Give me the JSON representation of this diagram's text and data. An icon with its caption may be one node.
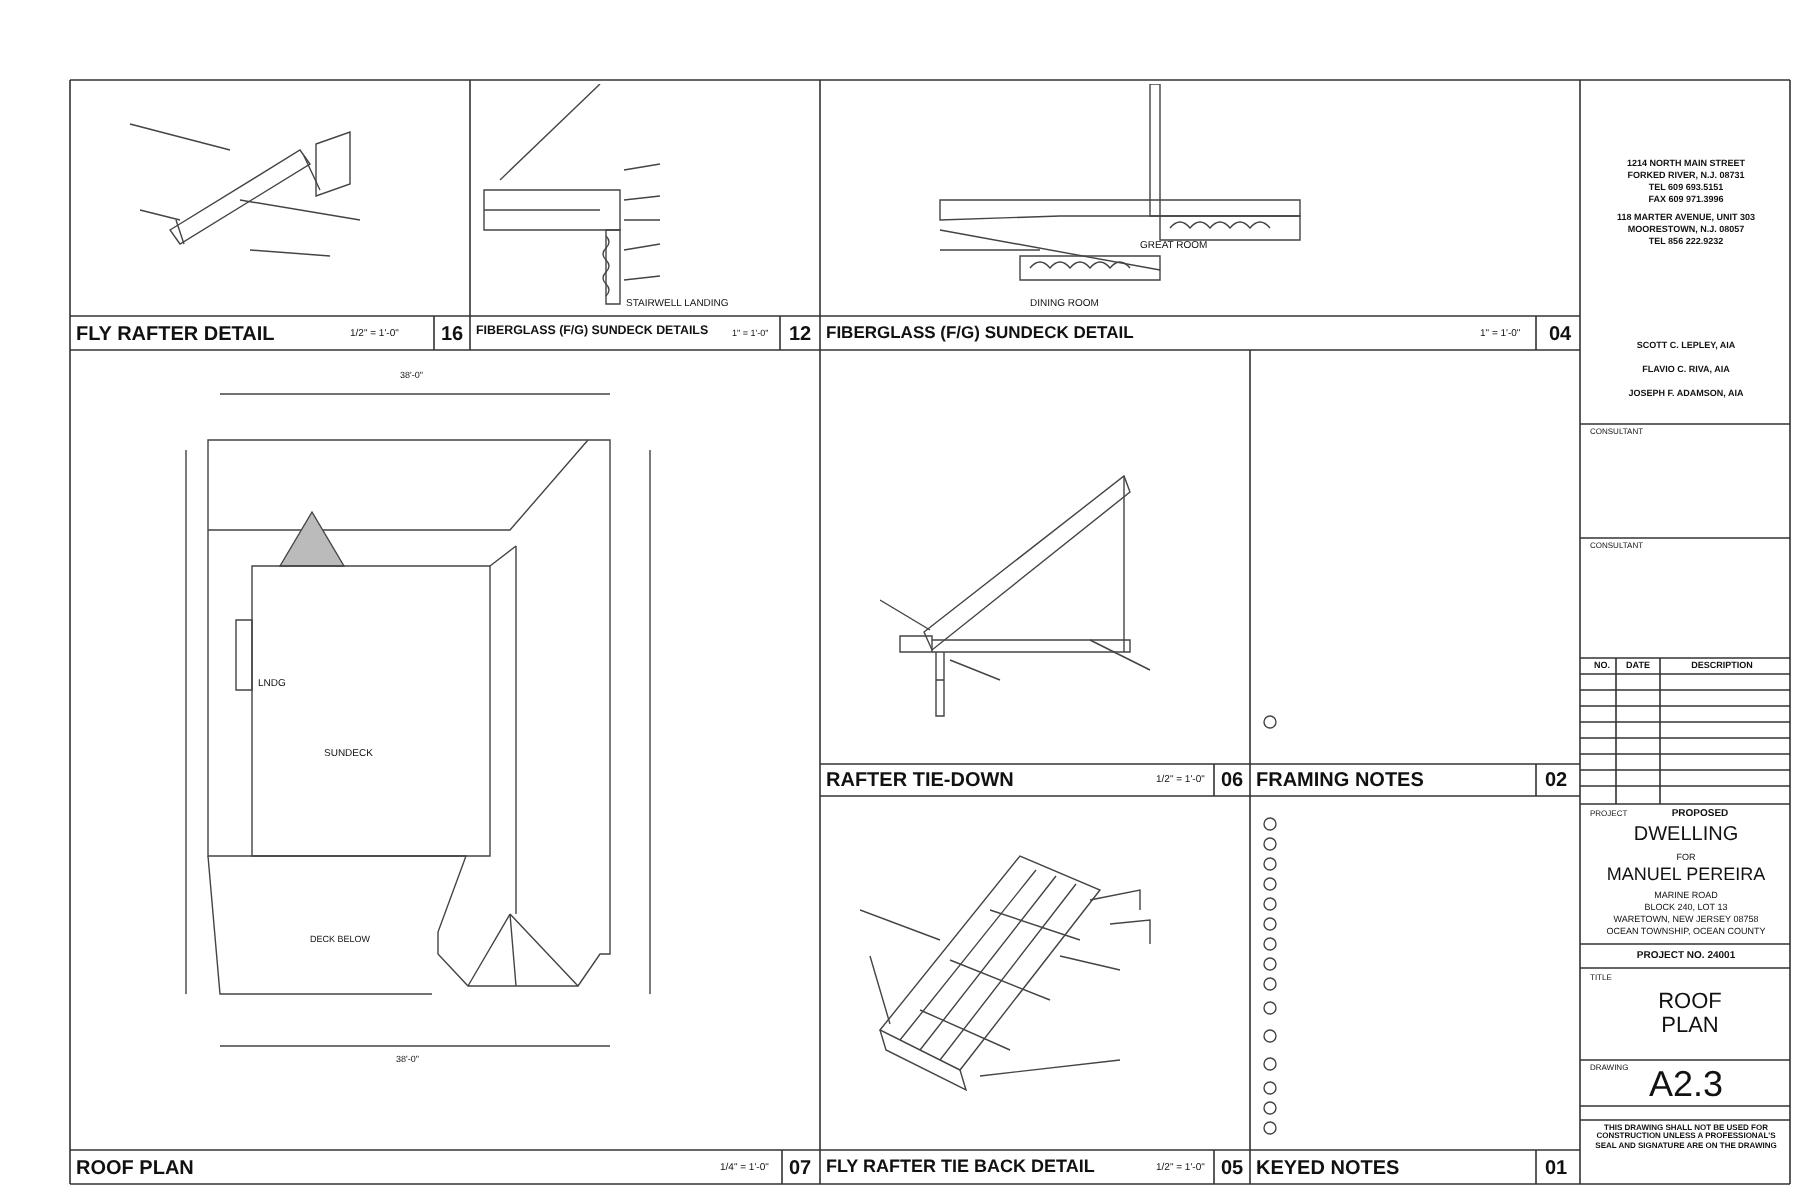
{
  "diagram": {
    "labels": [
      "FLY RAFTER DETAIL",
      "1/2\" = 1'-0\"",
      "16",
      "FIBERGLASS (F/G) SUNDECK DETAILS",
      "1\" = 1'-0\"",
      "12",
      "FIBERGLASS (F/G) SUNDECK DETAIL",
      "1\" = 1'-0\"",
      "04",
      "STAIRWELL LANDING",
      "DINING ROOM",
      "GREAT ROOM",
      "SUNDECK",
      "LNDG",
      "DECK BELOW",
      "38'-0\"",
      "38'-0\"",
      "ROOF PLAN",
      "1/4\" = 1'-0\"",
      "07",
      "RAFTER TIE-DOWN",
      "1/2\" = 1'-0\"",
      "06",
      "FRAMING NOTES",
      "02",
      "FLY RAFTER TIE BACK DETAIL",
      "1/2\" = 1'-0\"",
      "05",
      "KEYED NOTES",
      "01",
      "1214 NORTH MAIN STREET",
      "FORKED RIVER, N.J. 08731",
      "TEL 609 693.5151",
      "FAX 609 971.3996",
      "118 MARTER AVENUE, UNIT 303",
      "MOORESTOWN, N.J. 08057",
      "TEL 856 222.9232",
      "SCOTT C. LEPLEY, AIA",
      "FLAVIO C. RIVA, AIA",
      "JOSEPH F. ADAMSON, AIA",
      "CONSULTANT",
      "CONSULTANT",
      "NO.",
      "DATE",
      "DESCRIPTION",
      "PROJECT",
      "PROPOSED",
      "DWELLING",
      "FOR",
      "MANUEL PEREIRA",
      "MARINE ROAD",
      "BLOCK 240, LOT 13",
      "WARETOWN, NEW JERSEY 08758",
      "OCEAN TOWNSHIP, OCEAN COUNTY",
      "PROJECT NO. 24001",
      "TITLE",
      "ROOF PLAN",
      "DRAWING",
      "A2.3",
      "THIS DRAWING SHALL NOT BE USED FOR CONSTRUCTION UNLESS A PROFESSIONAL'S SEAL AND SIGNATURE ARE ON THE DRAWING"
    ]
  }
}
